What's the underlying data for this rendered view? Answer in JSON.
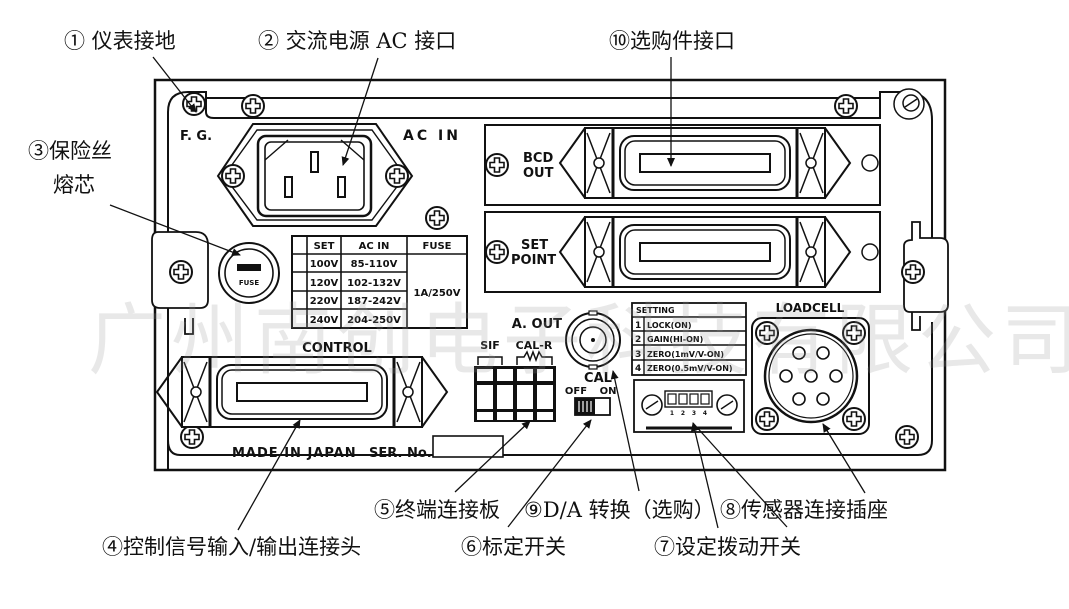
{
  "callouts": {
    "c1": "① 仪表接地",
    "c2": "② 交流电源 AC 接口",
    "c3_line1": "③保险丝",
    "c3_line2": "熔芯",
    "c4": "④控制信号输入/输出连接头",
    "c5": "⑤终端连接板",
    "c6": "⑥标定开关",
    "c7": "⑦设定拨动开关",
    "c8": "⑧传感器连接插座",
    "c9": "⑨D/A 转换（选购）",
    "c10": "⑩选购件接口"
  },
  "panel": {
    "fg": "F. G.",
    "ac_in": "AC IN",
    "fuse_glyph": "FUSE",
    "bcd_line1": "BCD",
    "bcd_line2": "OUT",
    "set_line1": "SET",
    "set_line2": "POINT",
    "aout": "A. OUT",
    "control": "CONTROL",
    "sif": "SIF",
    "calr": "CAL-R",
    "cal": "CAL",
    "off": "OFF",
    "on": "ON",
    "loadcell": "LOADCELL",
    "made_in": "MADE IN JAPAN",
    "ser_no": "SER. No."
  },
  "voltage_table": {
    "headers": [
      "SET",
      "AC IN",
      "FUSE"
    ],
    "rows": [
      [
        "100V",
        "85-110V"
      ],
      [
        "120V",
        "102-132V"
      ],
      [
        "220V",
        "187-242V"
      ],
      [
        "240V",
        "204-250V"
      ]
    ],
    "fuse_value": "1A/250V"
  },
  "dip_table": {
    "title": "SETTING",
    "rows": [
      {
        "num": "1",
        "text": "LOCK(ON)"
      },
      {
        "num": "2",
        "text": "GAIN(HI-ON)"
      },
      {
        "num": "3",
        "text": "ZERO(1mV/V-ON)"
      },
      {
        "num": "4",
        "text": "ZERO(0.5mV/V-ON)"
      }
    ],
    "switch_numbers": [
      "1",
      "2",
      "3",
      "4"
    ]
  },
  "watermark": "广州南创电子科技有限公司",
  "colors": {
    "line": "#111111",
    "background": "#ffffff"
  }
}
